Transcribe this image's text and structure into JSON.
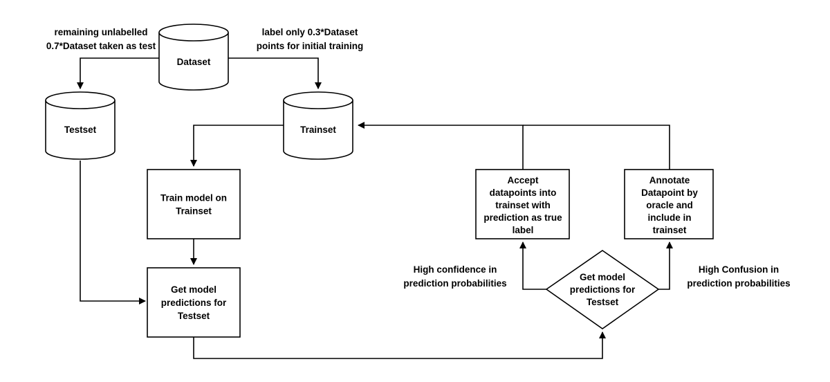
{
  "nodes": {
    "dataset": "Dataset",
    "testset": "Testset",
    "trainset": "Trainset",
    "train_model": [
      "Train model on",
      "Trainset"
    ],
    "get_predictions_left": [
      "Get model",
      "predictions for",
      "Testset"
    ],
    "get_predictions_diamond": [
      "Get model",
      "predictions for",
      "Testset"
    ],
    "accept_datapoints": [
      "Accept",
      "datapoints into",
      "trainset with",
      "prediction as true",
      "label"
    ],
    "annotate_datapoint": [
      "Annotate",
      "Datapoint by",
      "oracle and",
      "include in",
      "trainset"
    ]
  },
  "edge_labels": {
    "to_testset": [
      "remaining unlabelled",
      "0.7*Dataset taken as test"
    ],
    "to_trainset": [
      "label only 0.3*Dataset",
      "points for initial training"
    ],
    "high_confidence": [
      "High confidence in",
      "prediction probabilities"
    ],
    "high_confusion": [
      "High Confusion in",
      "prediction probabilities"
    ]
  }
}
